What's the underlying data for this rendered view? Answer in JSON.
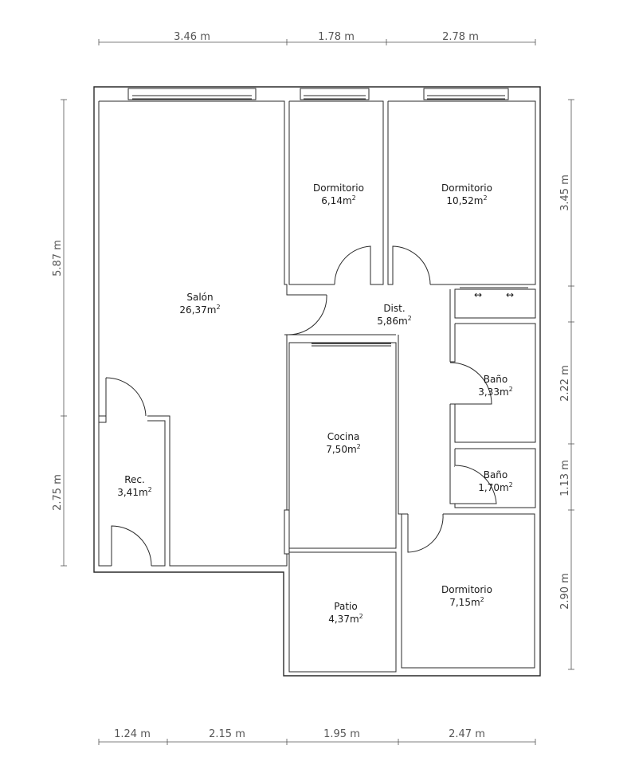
{
  "rooms": [
    {
      "name": "Salón",
      "area": "26,37",
      "unit": "m"
    },
    {
      "name": "Dormitorio",
      "area": "6,14",
      "unit": "m"
    },
    {
      "name": "Dormitorio",
      "area": "10,52",
      "unit": "m"
    },
    {
      "name": "Dist.",
      "area": "5,86",
      "unit": "m"
    },
    {
      "name": "Baño",
      "area": "3,33",
      "unit": "m"
    },
    {
      "name": "Baño",
      "area": "1,70",
      "unit": "m"
    },
    {
      "name": "Cocina",
      "area": "7,50",
      "unit": "m"
    },
    {
      "name": "Rec.",
      "area": "3,41",
      "unit": "m"
    },
    {
      "name": "Patio",
      "area": "4,37",
      "unit": "m"
    },
    {
      "name": "Dormitorio",
      "area": "7,15",
      "unit": "m"
    }
  ],
  "area_exponent": "2",
  "dimensions": {
    "top": [
      "3.46 m",
      "1.78 m",
      "2.78 m"
    ],
    "bottom": [
      "1.24 m",
      "2.15 m",
      "1.95 m",
      "2.47 m"
    ],
    "left": [
      "5.87 m",
      "2.75 m"
    ],
    "right": [
      "3.45 m",
      "2.22 m",
      "1.13 m",
      "2.90 m"
    ]
  },
  "symbols": {
    "sliding": "↔"
  }
}
